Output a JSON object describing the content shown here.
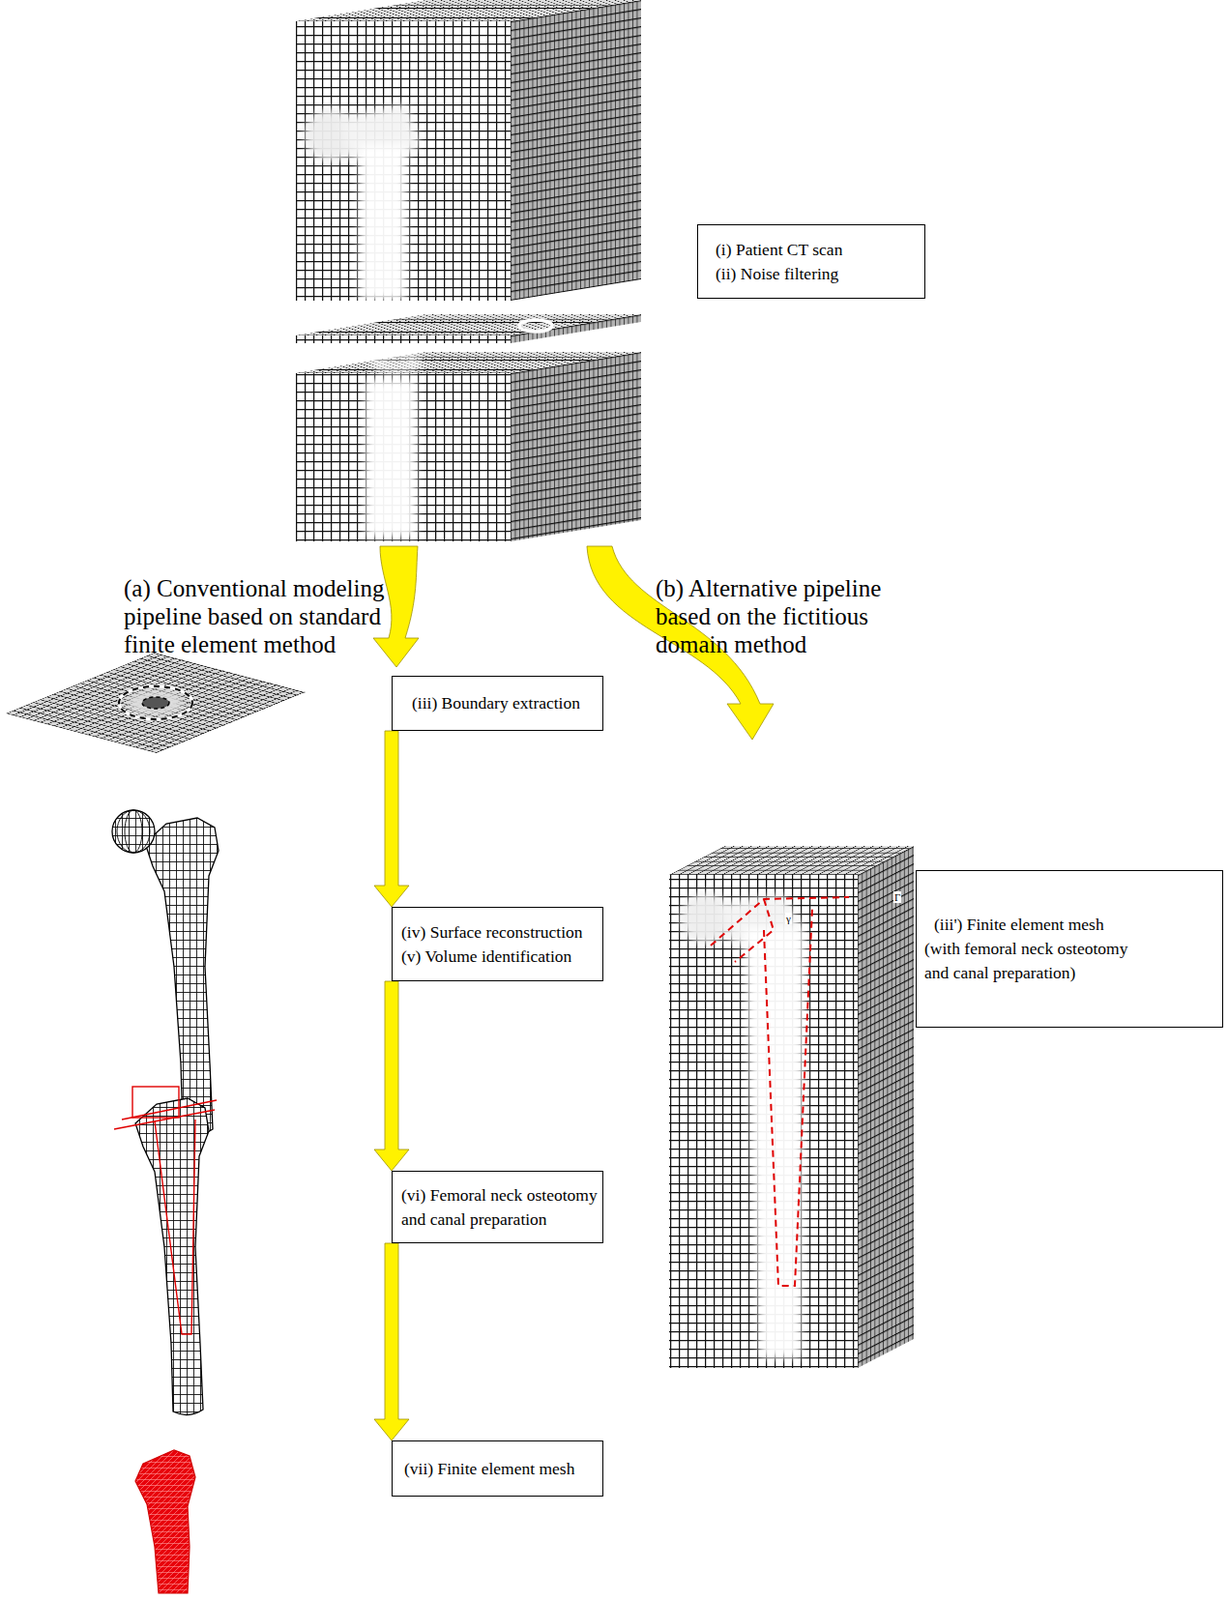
{
  "diagram": {
    "nodes": [
      {
        "text": [
          "(i) Patient CT scan",
          "(ii) Noise filtering"
        ]
      },
      {
        "text": [
          "(iii) Boundary extraction"
        ]
      },
      {
        "text": [
          "(iv) Surface reconstruction",
          "(v) Volume identification"
        ]
      },
      {
        "text": [
          "(vi) Femoral neck osteotomy and canal preparation"
        ]
      },
      {
        "text": [
          "(vii) Finite element mesh"
        ]
      },
      {
        "text": [
          "(iii') Finite element mesh",
          "(with femoral neck osteotomy and canal preparation)"
        ]
      }
    ],
    "edges": [
      {
        "from": 1,
        "to": 2,
        "arrow": "to"
      },
      {
        "from": 2,
        "to": 3,
        "arrow": "to"
      },
      {
        "from": 3,
        "to": 4,
        "arrow": "to"
      }
    ],
    "labels": [
      "(a) Conventional modeling pipeline based on standard finite element method",
      "(b) Alternative pipeline based on the fictitious domain method",
      "Γ",
      "γ"
    ]
  }
}
